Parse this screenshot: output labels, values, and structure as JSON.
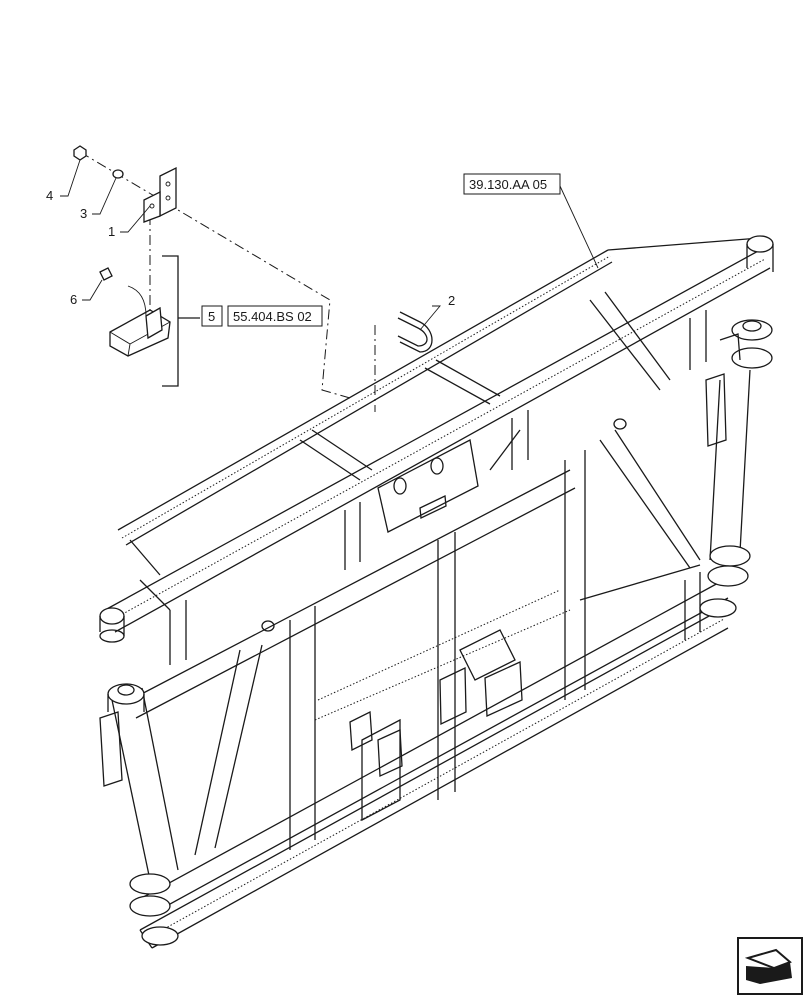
{
  "callouts": {
    "item_1": "1",
    "item_2": "2",
    "item_3": "3",
    "item_4": "4",
    "item_5": "5",
    "item_6": "6"
  },
  "references": {
    "frame_ref": "39.130.AA 05",
    "light_ref": "55.404.BS 02"
  },
  "nav": {
    "icon": "next-page-arrow-icon"
  }
}
